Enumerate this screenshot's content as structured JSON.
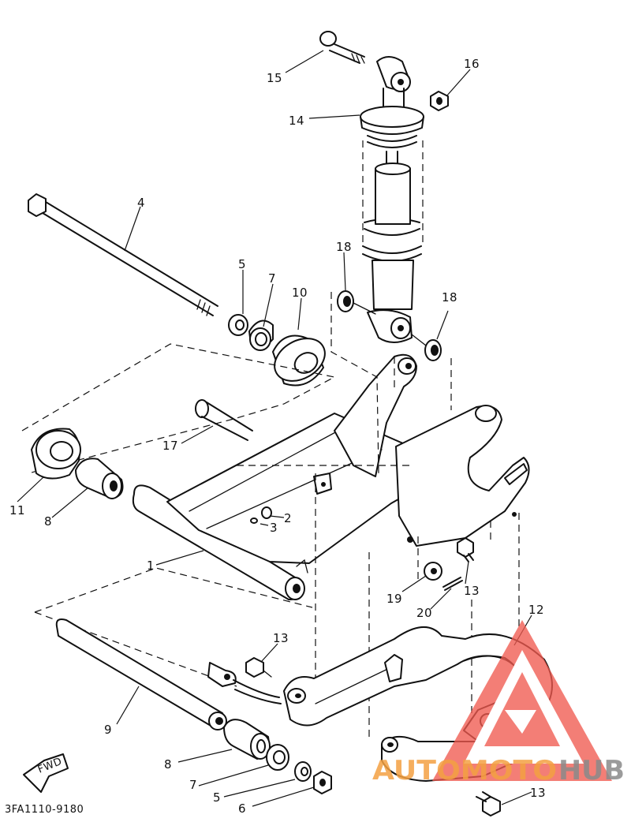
{
  "diagram": {
    "drawing_code": "3FA1110-9180",
    "direction_arrow_label": "FWD",
    "watermark": {
      "text_part1": "AUTOMOTO",
      "text_part2": "HUB",
      "color_logo": "#f05a50",
      "color_text1": "#f4a142",
      "color_text2": "#8a8a8a"
    },
    "callouts": [
      {
        "id": "c15",
        "number": "15"
      },
      {
        "id": "c16",
        "number": "16"
      },
      {
        "id": "c14",
        "number": "14"
      },
      {
        "id": "c4",
        "number": "4"
      },
      {
        "id": "c5a",
        "number": "5"
      },
      {
        "id": "c7a",
        "number": "7"
      },
      {
        "id": "c10",
        "number": "10"
      },
      {
        "id": "c18a",
        "number": "18"
      },
      {
        "id": "c18b",
        "number": "18"
      },
      {
        "id": "c17",
        "number": "17"
      },
      {
        "id": "c11",
        "number": "11"
      },
      {
        "id": "c8a",
        "number": "8"
      },
      {
        "id": "c2",
        "number": "2"
      },
      {
        "id": "c3",
        "number": "3"
      },
      {
        "id": "c1",
        "number": "1"
      },
      {
        "id": "c19",
        "number": "19"
      },
      {
        "id": "c13a",
        "number": "13"
      },
      {
        "id": "c20",
        "number": "20"
      },
      {
        "id": "c12",
        "number": "12"
      },
      {
        "id": "c13b",
        "number": "13"
      },
      {
        "id": "c9",
        "number": "9"
      },
      {
        "id": "c8b",
        "number": "8"
      },
      {
        "id": "c7b",
        "number": "7"
      },
      {
        "id": "c5b",
        "number": "5"
      },
      {
        "id": "c6",
        "number": "6"
      },
      {
        "id": "c13c",
        "number": "13"
      }
    ]
  }
}
